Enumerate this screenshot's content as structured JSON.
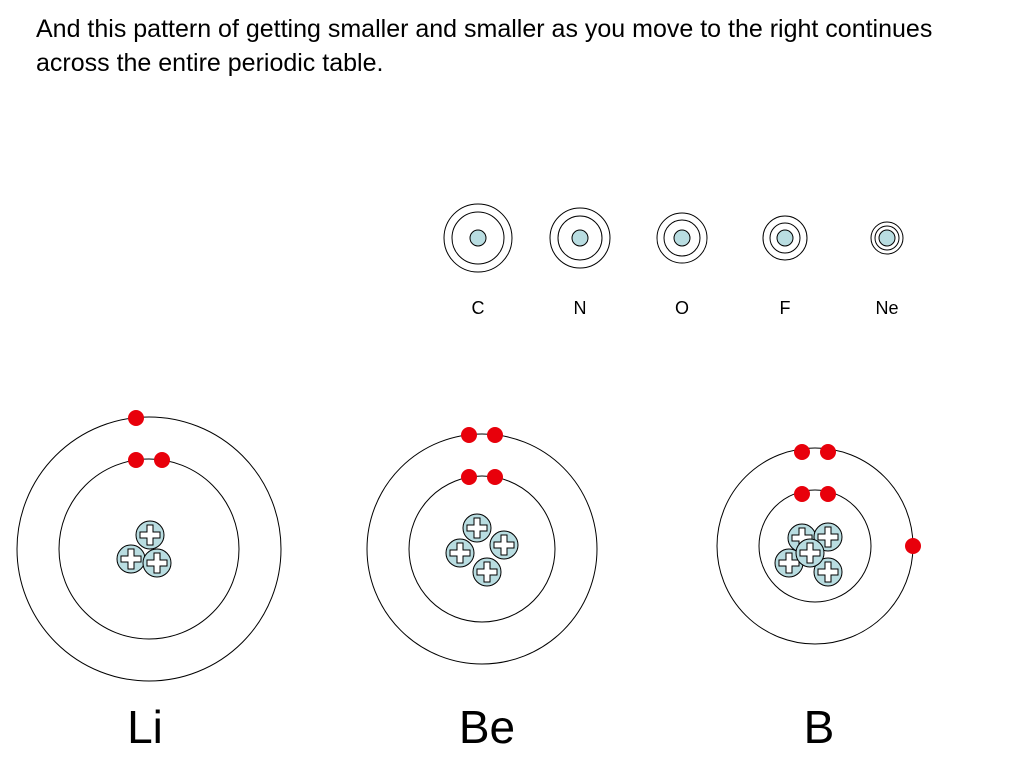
{
  "caption": "And this pattern of getting smaller and smaller as you move to the right continues across the entire periodic table.",
  "colors": {
    "nucleus": "#b9dde1",
    "electron": "#e8000b",
    "ring": "#000000"
  },
  "small_atoms": [
    {
      "symbol": "C"
    },
    {
      "symbol": "N"
    },
    {
      "symbol": "O"
    },
    {
      "symbol": "F"
    },
    {
      "symbol": "Ne"
    }
  ],
  "large_atoms": [
    {
      "symbol": "Li",
      "protons": 3,
      "electrons": 3
    },
    {
      "symbol": "Be",
      "protons": 4,
      "electrons": 4
    },
    {
      "symbol": "B",
      "protons": 5,
      "electrons": 5
    }
  ],
  "icons": {
    "proton": "plus-sign"
  }
}
